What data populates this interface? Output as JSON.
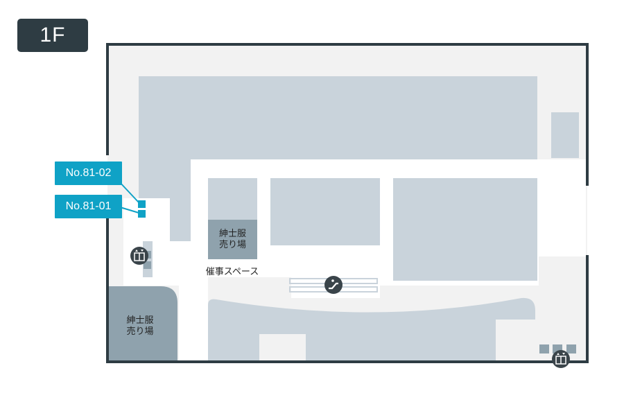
{
  "floor": {
    "label": "1F"
  },
  "areas": {
    "mens_wear_center": {
      "line1": "紳士服",
      "line2": "売り場"
    },
    "mens_wear_left": {
      "line1": "紳士服",
      "line2": "売り場"
    },
    "event_space": {
      "label": "催事スペース"
    }
  },
  "locations": [
    {
      "label": "No.81-02"
    },
    {
      "label": "No.81-01"
    }
  ],
  "icons": {
    "elevator": "elevator-icon",
    "escalator": "escalator-icon"
  },
  "colors": {
    "badge": "#2e3c43",
    "wall": "#2e3c43",
    "corridor": "#f2f2f2",
    "store": "#c9d3db",
    "highlight_store": "#8fa2ad",
    "location_tag": "#0fa2c6"
  }
}
